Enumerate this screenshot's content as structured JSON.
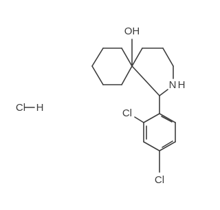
{
  "molecule": {
    "atom_labels": {
      "hydroxyl": "OH",
      "amine": "N",
      "amine_h": "H",
      "chloro_ortho": "Cl",
      "chloro_para": "Cl"
    },
    "salt": {
      "cl": "Cl",
      "h": "H"
    }
  },
  "colors": {
    "bond": "#3c3c3c",
    "background": "#ffffff"
  }
}
